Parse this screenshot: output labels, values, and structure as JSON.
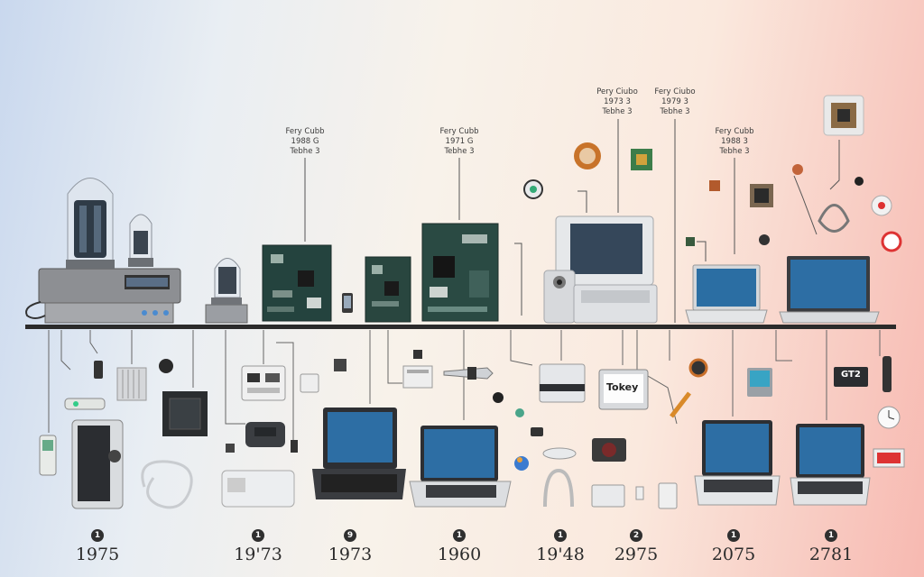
{
  "labels": [
    {
      "id": "label-1",
      "lines": [
        "Fery Cubb",
        "1988 G",
        "Tebhe 3"
      ]
    },
    {
      "id": "label-2",
      "lines": [
        "Fery Cubb",
        "1971 G",
        "Tebhe 3"
      ]
    },
    {
      "id": "label-3",
      "lines": [
        "Pery Ciubo",
        "1973 3",
        "Tebhe 3"
      ]
    },
    {
      "id": "label-4",
      "lines": [
        "Fery Ciubo",
        "1979 3",
        "Tebhe 3"
      ]
    },
    {
      "id": "label-5",
      "lines": [
        "Fery Cubb",
        "1988 3",
        "Tebhe 3"
      ]
    }
  ],
  "device_screen_text": {
    "monitor_text": "Tokey",
    "device_badge": "GT2"
  },
  "years": [
    {
      "icon": "1",
      "label": "1975"
    },
    {
      "icon": "1",
      "label": "19'73"
    },
    {
      "icon": "9",
      "label": "1973"
    },
    {
      "icon": "1",
      "label": "1960"
    },
    {
      "icon": "1",
      "label": "19'48"
    },
    {
      "icon": "2",
      "label": "2975"
    },
    {
      "icon": "1",
      "label": "2075"
    },
    {
      "icon": "1",
      "label": "2781"
    }
  ]
}
